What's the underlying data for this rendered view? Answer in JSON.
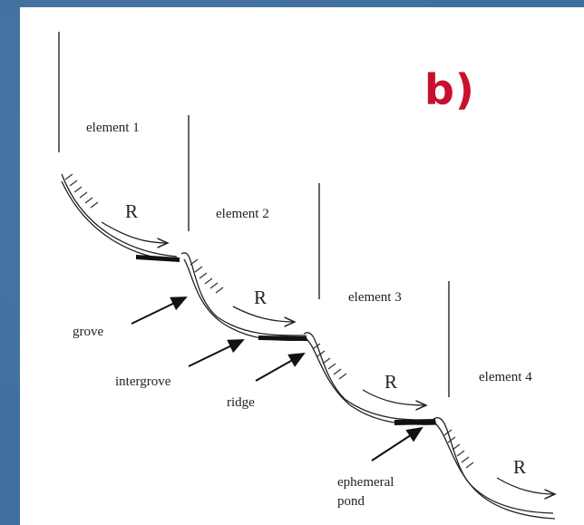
{
  "diagram": {
    "panel_label": "b)",
    "elements": [
      "element 1",
      "element 2",
      "element 3",
      "element 4"
    ],
    "runoff_label": "R",
    "features": {
      "grove": "grove",
      "intergrove": "intergrove",
      "ridge": "ridge",
      "ephemeral_pond_line1": "ephemeral",
      "ephemeral_pond_line2": "pond"
    }
  }
}
